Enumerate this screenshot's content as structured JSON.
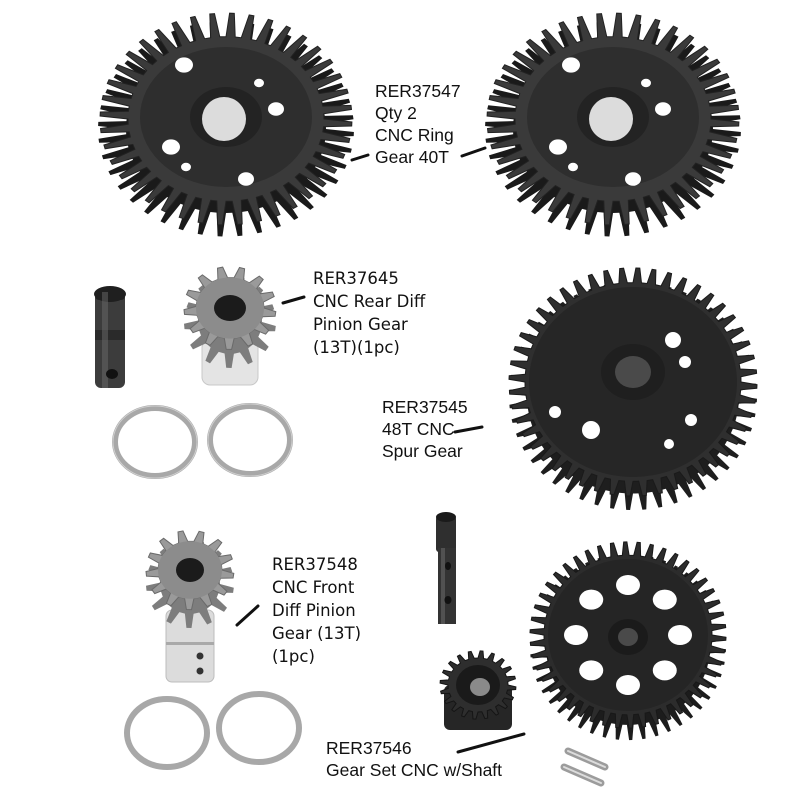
{
  "colors": {
    "background": "#ffffff",
    "black_steel": "#2b2b2b",
    "black_steel_dark": "#1a1a1a",
    "silver_steel": "#9a9a9a",
    "silver_light": "#d8d8d8",
    "text": "#111111"
  },
  "parts": [
    {
      "id": "ring-gear",
      "part_number": "RER37547",
      "lines": [
        "RER37547",
        "Qty 2",
        "CNC Ring",
        "Gear 40T"
      ],
      "teeth": 40,
      "quantity_shown": 2
    },
    {
      "id": "rear-diff-pinion",
      "part_number": "RER37645",
      "lines": [
        "RER37645",
        "CNC Rear Diff",
        "Pinion Gear",
        "(13T)(1pc)"
      ],
      "teeth": 13
    },
    {
      "id": "spur-gear",
      "part_number": "RER37545",
      "lines": [
        "RER37545",
        "48T CNC",
        "Spur Gear"
      ],
      "teeth": 48
    },
    {
      "id": "front-diff-pinion",
      "part_number": "RER37548",
      "lines": [
        "RER37548",
        "CNC Front",
        "Diff Pinion",
        "Gear (13T)",
        "(1pc)"
      ],
      "teeth": 13
    },
    {
      "id": "gear-set",
      "part_number": "RER37546",
      "lines": [
        "RER37546",
        "Gear Set CNC w/Shaft"
      ]
    }
  ]
}
